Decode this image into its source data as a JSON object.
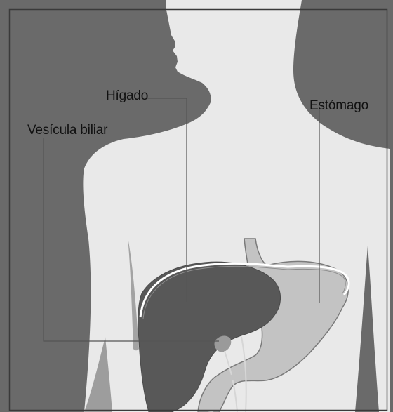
{
  "labels": {
    "liver": "Hígado",
    "stomach": "Estómago",
    "gallbladder": "Vesícula biliar"
  },
  "colors": {
    "background": "#6a6a6a",
    "silhouette": "#e9e9e9",
    "liver": "#585858",
    "stomach": "#c3c3c3",
    "leader_lines": "#555555",
    "text": "#111111"
  },
  "icons": [
    "human-torso-illustration",
    "liver-shape",
    "stomach-shape",
    "gallbladder-shape"
  ]
}
